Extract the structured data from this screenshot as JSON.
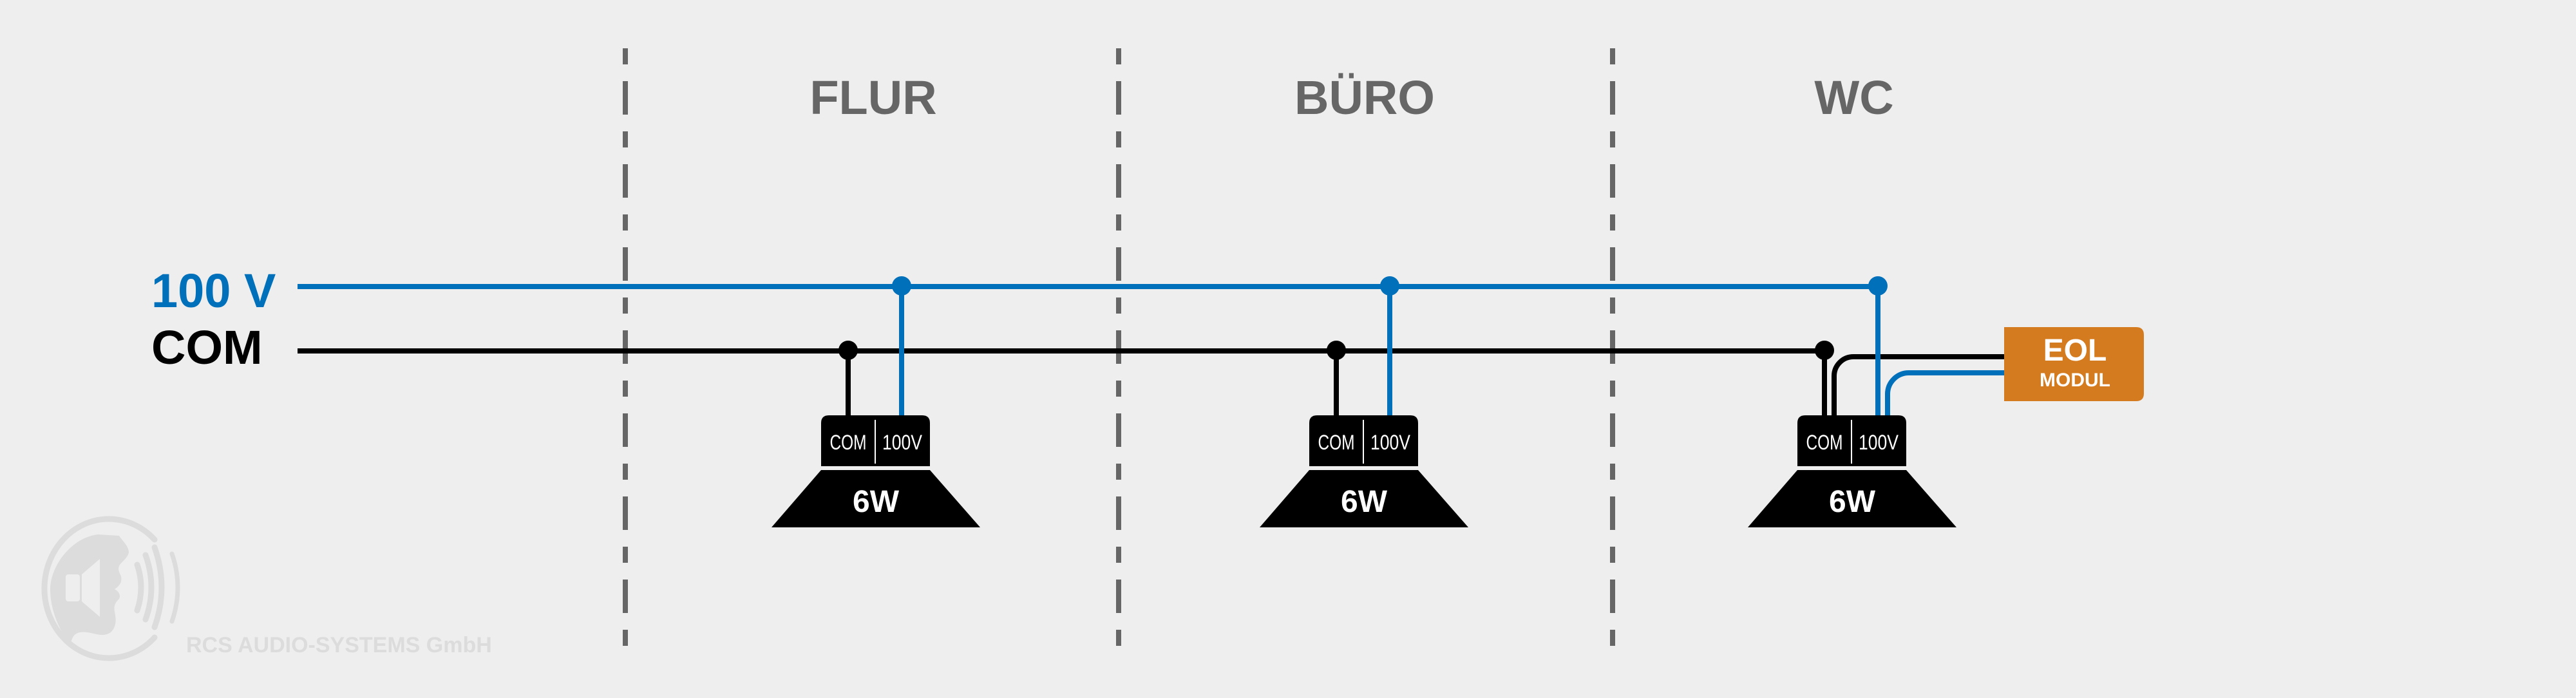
{
  "colors": {
    "background": "#EEEEEE",
    "line_100v": "#0070BA",
    "line_com": "#000000",
    "zone_divider": "#666666",
    "zone_title": "#666666",
    "speaker": "#000000",
    "eol_module": "#D57B1F",
    "logo": "#DCDCDC"
  },
  "bus": {
    "line_100v_label": "100 V",
    "line_com_label": "COM"
  },
  "zones": [
    {
      "title": "FLUR"
    },
    {
      "title": "BÜRO"
    },
    {
      "title": "WC"
    }
  ],
  "speakers": [
    {
      "zone": "FLUR",
      "terminal_com": "COM",
      "terminal_100v": "100V",
      "power": "6W"
    },
    {
      "zone": "BÜRO",
      "terminal_com": "COM",
      "terminal_100v": "100V",
      "power": "6W"
    },
    {
      "zone": "WC",
      "terminal_com": "COM",
      "terminal_100v": "100V",
      "power": "6W"
    }
  ],
  "eol_module": {
    "title": "EOL",
    "subtitle": "MODUL"
  },
  "logo": {
    "icon": "speaker-head-sound-waves-icon",
    "company": "RCS AUDIO-SYSTEMS GmbH"
  }
}
